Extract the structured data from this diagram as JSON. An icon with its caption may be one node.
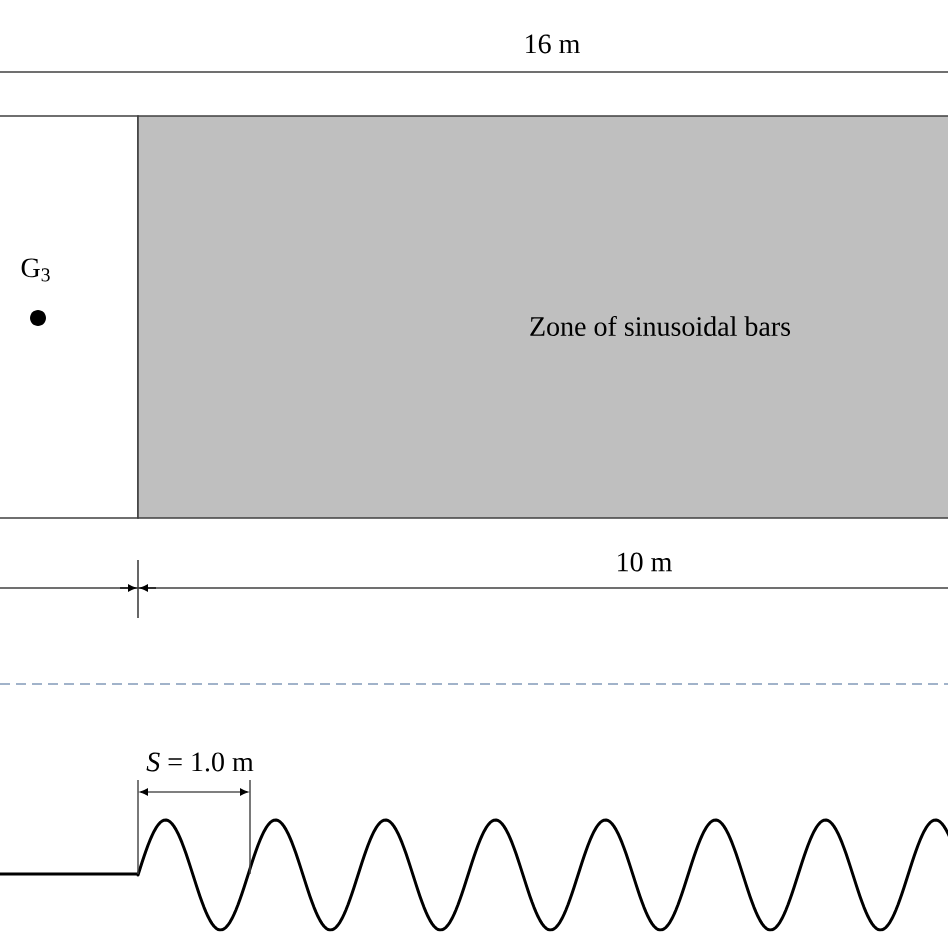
{
  "diagram": {
    "nodes": [
      {
        "text": [
          "G$_{3}$"
        ]
      },
      {
        "text": [
          "Zone of sinusoidal bars"
        ]
      }
    ],
    "labels": [
      "16 m",
      "10 m",
      "*S* = 1.0 m"
    ]
  }
}
